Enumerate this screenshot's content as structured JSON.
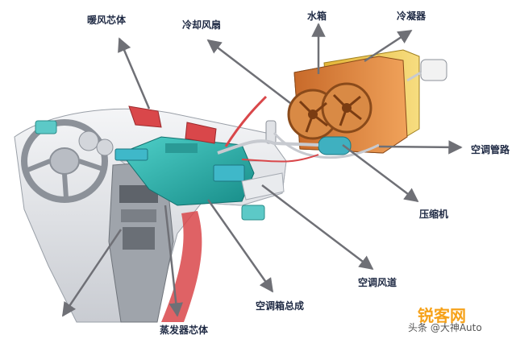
{
  "labels": {
    "heater_core": "暖风芯体",
    "cooling_fan": "冷却风扇",
    "water_tank": "水箱",
    "condenser": "冷凝器",
    "ac_pipe": "空调管路",
    "compressor": "压缩机",
    "ac_duct": "空调风道",
    "ac_box_assembly": "空调箱总成",
    "evaporator_core": "蒸发器芯体"
  },
  "watermark": {
    "brand": "锐客网",
    "source": "头条 @大神Auto"
  },
  "colors": {
    "arrow": "#6f7076",
    "label_text": "#1f2a44",
    "hvac_teal": "#2fb7b3",
    "radiator_orange": "#e08a3a",
    "condenser_yellow": "#e9c13e",
    "duct_red": "#d9474a",
    "watermark_orange": "#f6a21a"
  }
}
